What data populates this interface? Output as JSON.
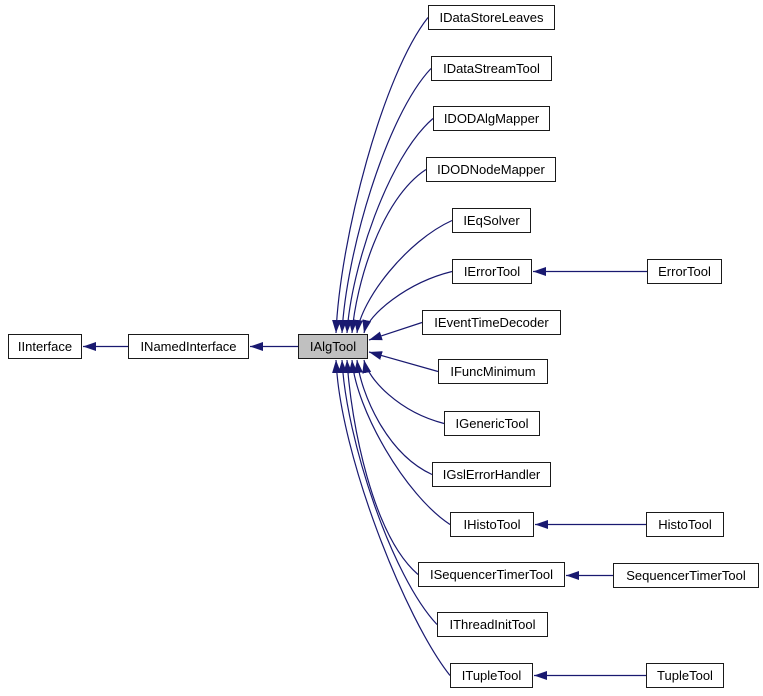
{
  "diagram": {
    "title": "IAlgTool inheritance graph",
    "background": "#ffffff",
    "edge_color": "#191970",
    "node_fill": "#ffffff",
    "node_border": "#1a1a1a",
    "highlight_fill": "#c0c0c0",
    "text_color": "#000000"
  },
  "nodes": [
    {
      "id": "iinterface",
      "label": "IInterface",
      "highlighted": false
    },
    {
      "id": "inamedinterface",
      "label": "INamedInterface",
      "highlighted": false
    },
    {
      "id": "ialgtool",
      "label": "IAlgTool",
      "highlighted": true
    },
    {
      "id": "idatastoreleaves",
      "label": "IDataStoreLeaves",
      "highlighted": false
    },
    {
      "id": "idatastreamtool",
      "label": "IDataStreamTool",
      "highlighted": false
    },
    {
      "id": "idodalgmapper",
      "label": "IDODAlgMapper",
      "highlighted": false
    },
    {
      "id": "idodnodemapper",
      "label": "IDODNodeMapper",
      "highlighted": false
    },
    {
      "id": "ieqsolver",
      "label": "IEqSolver",
      "highlighted": false
    },
    {
      "id": "ierrortool",
      "label": "IErrorTool",
      "highlighted": false
    },
    {
      "id": "ieventtimedecoder",
      "label": "IEventTimeDecoder",
      "highlighted": false
    },
    {
      "id": "ifuncminimum",
      "label": "IFuncMinimum",
      "highlighted": false
    },
    {
      "id": "igenerictool",
      "label": "IGenericTool",
      "highlighted": false
    },
    {
      "id": "igslerrorhandler",
      "label": "IGslErrorHandler",
      "highlighted": false
    },
    {
      "id": "ihistotool",
      "label": "IHistoTool",
      "highlighted": false
    },
    {
      "id": "isequencertimertool",
      "label": "ISequencerTimerTool",
      "highlighted": false
    },
    {
      "id": "ithreadinittool",
      "label": "IThreadInitTool",
      "highlighted": false
    },
    {
      "id": "itupletool",
      "label": "ITupleTool",
      "highlighted": false
    },
    {
      "id": "errortool",
      "label": "ErrorTool",
      "highlighted": false
    },
    {
      "id": "histotool",
      "label": "HistoTool",
      "highlighted": false
    },
    {
      "id": "sequencertimertool",
      "label": "SequencerTimerTool",
      "highlighted": false
    },
    {
      "id": "tupletool",
      "label": "TupleTool",
      "highlighted": false
    }
  ],
  "edges": [
    {
      "from": "inamedinterface",
      "to": "iinterface"
    },
    {
      "from": "ialgtool",
      "to": "inamedinterface"
    },
    {
      "from": "idatastoreleaves",
      "to": "ialgtool"
    },
    {
      "from": "idatastreamtool",
      "to": "ialgtool"
    },
    {
      "from": "idodalgmapper",
      "to": "ialgtool"
    },
    {
      "from": "idodnodemapper",
      "to": "ialgtool"
    },
    {
      "from": "ieqsolver",
      "to": "ialgtool"
    },
    {
      "from": "ierrortool",
      "to": "ialgtool"
    },
    {
      "from": "ieventtimedecoder",
      "to": "ialgtool"
    },
    {
      "from": "ifuncminimum",
      "to": "ialgtool"
    },
    {
      "from": "igenerictool",
      "to": "ialgtool"
    },
    {
      "from": "igslerrorhandler",
      "to": "ialgtool"
    },
    {
      "from": "ihistotool",
      "to": "ialgtool"
    },
    {
      "from": "isequencertimertool",
      "to": "ialgtool"
    },
    {
      "from": "ithreadinittool",
      "to": "ialgtool"
    },
    {
      "from": "itupletool",
      "to": "ialgtool"
    },
    {
      "from": "errortool",
      "to": "ierrortool"
    },
    {
      "from": "histotool",
      "to": "ihistotool"
    },
    {
      "from": "sequencertimertool",
      "to": "isequencertimertool"
    },
    {
      "from": "tupletool",
      "to": "itupletool"
    }
  ]
}
